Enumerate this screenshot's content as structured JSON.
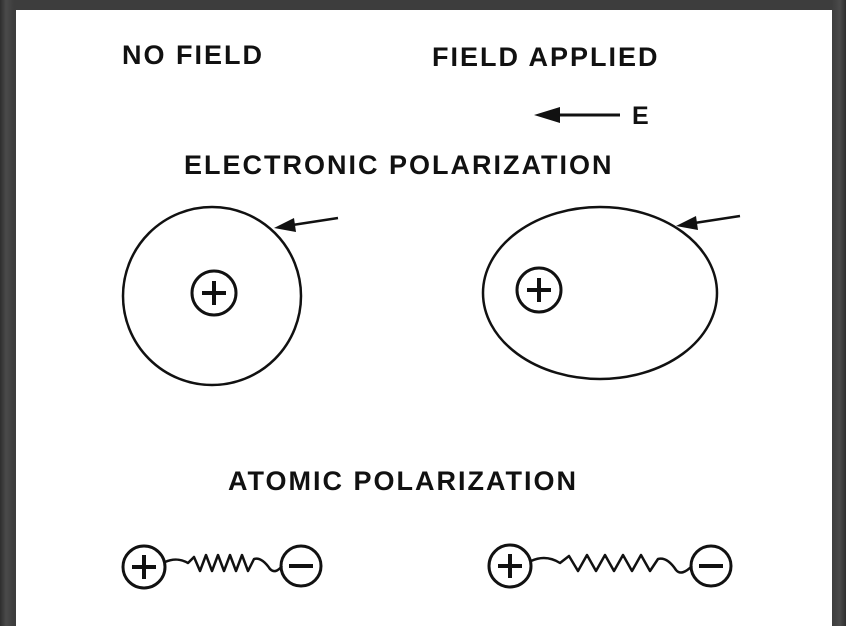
{
  "labels": {
    "no_field": "NO FIELD",
    "field_applied": "FIELD APPLIED",
    "field_symbol": "E",
    "electronic_title": "ELECTRONIC POLARIZATION",
    "atomic_title": "ATOMIC POLARIZATION"
  },
  "symbols": {
    "positive": "+",
    "negative": "−"
  },
  "colors": {
    "ink": "#111111",
    "paper": "#ffffff",
    "frame": "#3d3d3d"
  }
}
